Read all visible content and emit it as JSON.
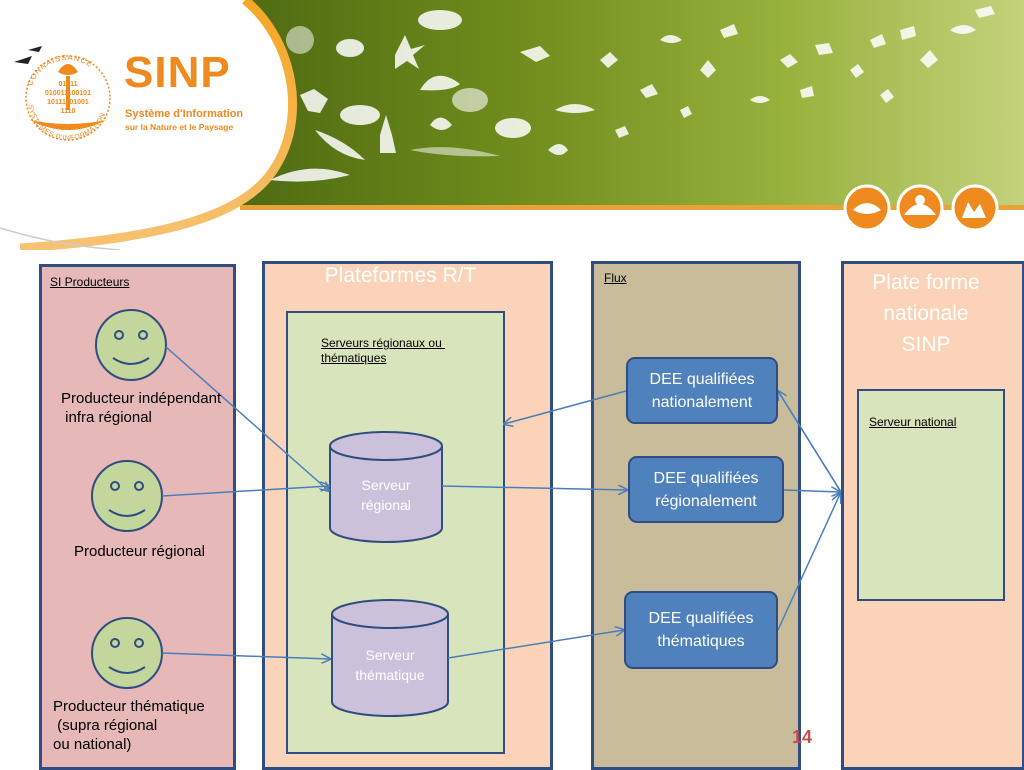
{
  "logo": {
    "title": "SINP",
    "subtitle_line1": "Système  d'Information",
    "subtitle_line2": "sur la Nature et le Paysage",
    "ring_top": "CONNAISSANCE",
    "ring_bottom": "SYSTÈMES D'INFORMATION",
    "binary_lines": [
      "01011",
      "010011100101",
      "10111101001",
      "1110"
    ]
  },
  "producers": {
    "label": "SI Producteurs",
    "items": [
      {
        "lines": [
          "Producteur indépendant",
          " infra régional"
        ]
      },
      {
        "lines": [
          "Producteur régional"
        ]
      },
      {
        "lines": [
          "Producteur thématique",
          " (supra régional",
          "ou national)"
        ]
      }
    ]
  },
  "platforms": {
    "title": "Plateformes R/T",
    "servers_label_lines": [
      "Serveurs régionaux ou ",
      "thématiques"
    ],
    "regional_server": [
      "Serveur",
      "régional"
    ],
    "thematic_server": [
      "Serveur",
      "thématique"
    ]
  },
  "flux": {
    "label": "Flux",
    "national": [
      "DEE qualifiées",
      "nationalement"
    ],
    "regional": [
      "DEE qualifiées",
      "régionalement"
    ],
    "thematic": [
      "DEE qualifiées",
      "thématiques"
    ]
  },
  "national": {
    "title_lines": [
      "Plate forme",
      "nationale",
      "SINP"
    ],
    "server_label": "Serveur national"
  },
  "page_number": "14",
  "colors": {
    "orange": "#ee8a1e",
    "dark_blue": "#2f4d80",
    "box_blue": "#4f81bd",
    "arrow": "#4a7ebb",
    "lavender": "#ccc1da",
    "face_green": "#c3d69b"
  }
}
